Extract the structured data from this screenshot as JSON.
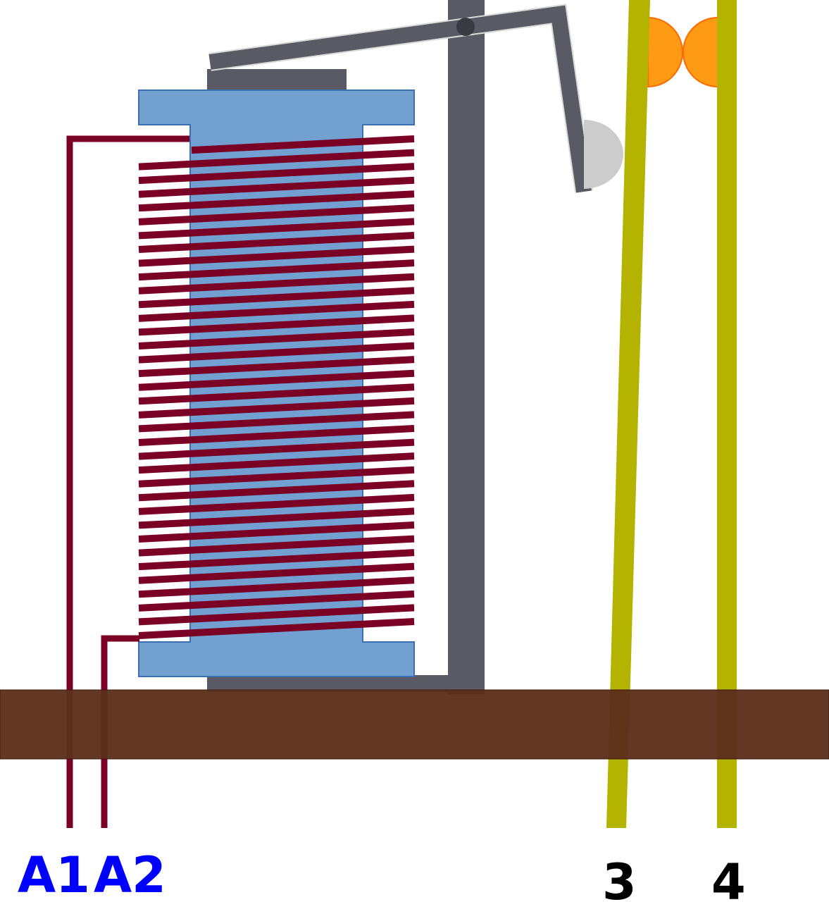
{
  "labels": {
    "a1": "A1",
    "a2": "A2",
    "t3": "3",
    "t4": "4"
  },
  "colors": {
    "coil_wire": "#7a0026",
    "bobbin": "#72a0d1",
    "bobbin_outline": "#3c6eb4",
    "core_frame": "#5a5a65",
    "base": "#5c2f1b",
    "contact_leads": "#b3b300",
    "contact_points": "#ff9a14",
    "coil_terminal_labels": "#0000ff",
    "contact_terminal_labels": "#000000",
    "pivot": "#3a3a42",
    "actuator_knob": "#cccccc"
  },
  "diagram": {
    "coil_turns": 36
  }
}
